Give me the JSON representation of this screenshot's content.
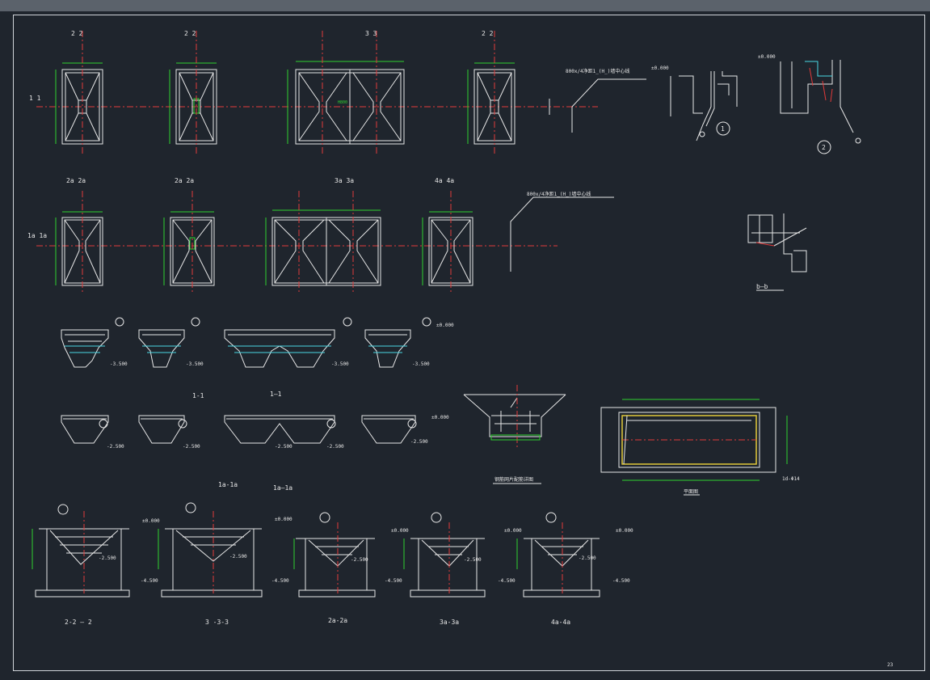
{
  "drawing": {
    "page_number": "23",
    "plan_labels": {
      "top_row": [
        "2 2",
        "2 2",
        "3 3",
        "2 2"
      ],
      "bottom_row": [
        "2a 2a",
        "2a 2a",
        "3a 3a",
        "4a 4a"
      ],
      "cut_top": "1 1",
      "cut_bottom": "1a 1a"
    },
    "notes": {
      "top_note": "800x/4净距1_(H_)墙中心线",
      "mid_note": "800x/4净距1_(H_)墙中心线",
      "center_tag": "H800",
      "elev_plan_top": "±0.000",
      "elev_plan_top_b": "±0.000"
    },
    "elevations": {
      "zero": "±0.000",
      "minus_2500": "-2.500",
      "minus_4500": "-4.500",
      "minus_3500": "-3.500"
    },
    "section_titles": {
      "s1": "1-1",
      "s2": "1—1",
      "s3": "1a-1a",
      "s4": "1a—1a",
      "s5": "2-2 — 2",
      "s6": "3 -3-3",
      "s7": "2a-2a",
      "s8": "3a-3a",
      "s9": "4a-4a",
      "detail_title": "钢筋网片配筋详图",
      "plan_small": "平面图",
      "bb": "b—b",
      "bar_note": "1d-Φ14"
    },
    "details": {
      "d1": "1",
      "d2": "2"
    }
  }
}
